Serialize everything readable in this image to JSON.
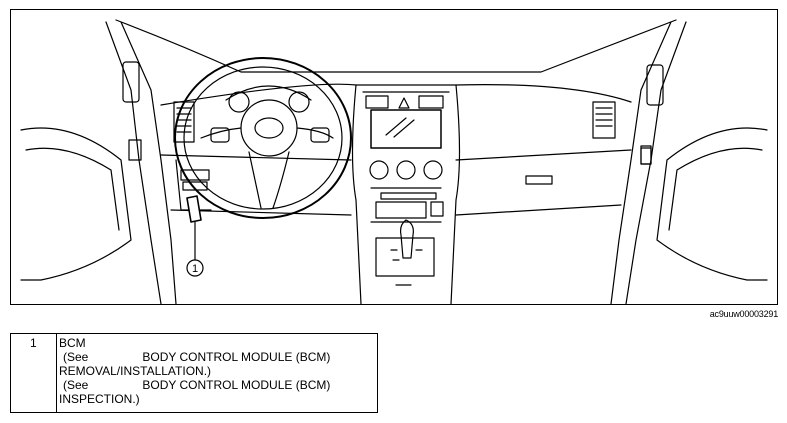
{
  "figure": {
    "callout_number": "1",
    "figure_id": "ac9uuw00003291"
  },
  "legend": {
    "number": "1",
    "title": "BCM",
    "ref1_see": "(See",
    "ref1_link": "BODY CONTROL MODULE (BCM)",
    "ref1_tail": "REMOVAL/INSTALLATION.)",
    "ref2_see": "(See",
    "ref2_link": "BODY CONTROL MODULE (BCM)",
    "ref2_tail": "INSPECTION.)"
  }
}
